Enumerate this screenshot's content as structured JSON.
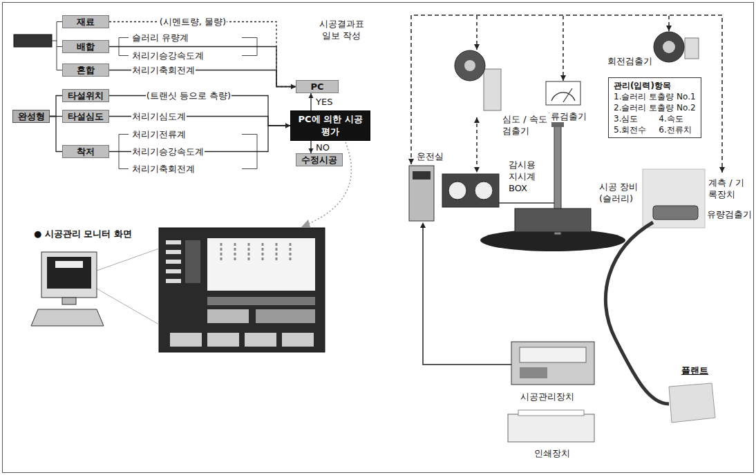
{
  "diagram": {
    "nodes": [
      {
        "text": [
          "재료"
        ]
      },
      {
        "text": [
          "배합"
        ]
      },
      {
        "text": [
          "혼합"
        ]
      },
      {
        "text": [
          "타설위치"
        ]
      },
      {
        "text": [
          "완성형"
        ]
      },
      {
        "text": [
          "타설심도"
        ]
      },
      {
        "text": [
          "착저"
        ]
      },
      {
        "text": [
          "PC"
        ]
      },
      {
        "text": [
          "PC에 의한 시공평가"
        ]
      },
      {
        "text": [
          "수정시공"
        ]
      },
      {
        "text": [
          "관리(입력)항목",
          "1.슬러리 토출량 No.1",
          "2.슬러리 토출량 No.2",
          "3.심도",
          "4.속도",
          "5.회전수",
          "6.전류치"
        ]
      }
    ],
    "edges": [
      {
        "from": 0,
        "to": 7,
        "arrow": "to",
        "label": "(시멘트량, 물량)"
      },
      {
        "from": 1,
        "to": 7,
        "arrow": "to"
      },
      {
        "from": 2,
        "to": 7,
        "arrow": "to"
      },
      {
        "from": 3,
        "to": 8,
        "arrow": "to",
        "label": "(트랜싯 등으로 측량)"
      },
      {
        "from": 5,
        "to": 8,
        "arrow": "to"
      },
      {
        "from": 6,
        "to": 8,
        "arrow": "to"
      },
      {
        "from": 4,
        "to": 3,
        "arrow": "none"
      },
      {
        "from": 4,
        "to": 5,
        "arrow": "none"
      },
      {
        "from": 4,
        "to": 6,
        "arrow": "none"
      },
      {
        "from": 8,
        "to": 7,
        "arrow": "to",
        "label": "YES"
      },
      {
        "from": 8,
        "to": 9,
        "arrow": "to",
        "label": "NO"
      }
    ],
    "labels": [
      "시공결과표 일보 작성",
      "슬러리 유량계",
      "처리기승강속도계",
      "처리기축회전계",
      "처리기심도계",
      "처리기전류계",
      "처리기승강속도계",
      "처리기축회전계",
      "● 시공관리 모니터 화면",
      "전류검출기",
      "회전검출기",
      "심도 / 속도검출기",
      "운전실",
      "감시용 지시계 BOX",
      "시공 장비 (슬러리)",
      "계측 / 기록장치",
      "유량검출기",
      "플랜트",
      "시공관리장치",
      "인쇄장치"
    ]
  }
}
